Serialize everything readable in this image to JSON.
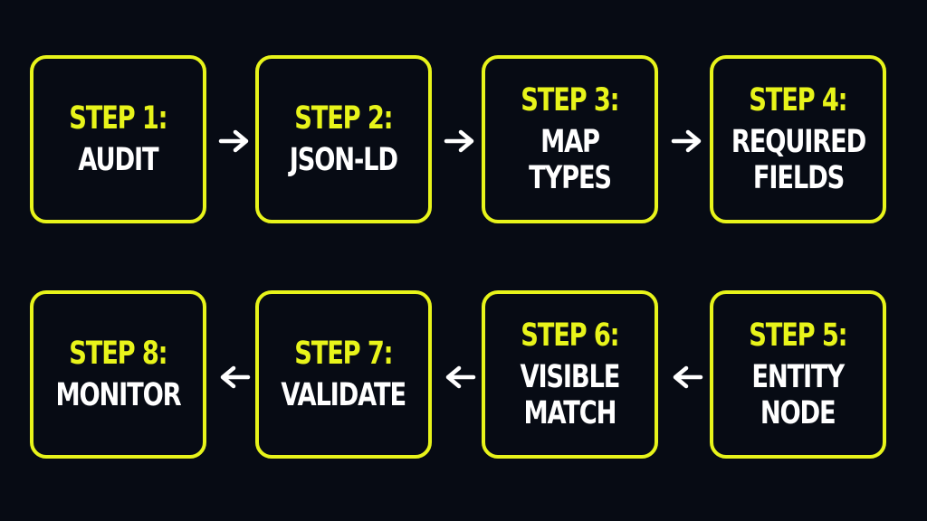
{
  "steps": [
    {
      "title": "STEP 1:",
      "label": "AUDIT"
    },
    {
      "title": "STEP 2:",
      "label": "JSON-LD"
    },
    {
      "title": "STEP 3:",
      "label": "MAP TYPES"
    },
    {
      "title": "STEP 4:",
      "label": "REQUIRED\nFIELDS"
    },
    {
      "title": "STEP 5:",
      "label": "ENTITY\nNODE"
    },
    {
      "title": "STEP 6:",
      "label": "VISIBLE\nMATCH"
    },
    {
      "title": "STEP 7:",
      "label": "VALIDATE"
    },
    {
      "title": "STEP 8:",
      "label": "MONITOR"
    }
  ],
  "arrows": [
    {
      "from": 1,
      "to": 2,
      "icon": "arrow-right-icon"
    },
    {
      "from": 2,
      "to": 3,
      "icon": "arrow-right-icon"
    },
    {
      "from": 3,
      "to": 4,
      "icon": "arrow-right-icon"
    },
    {
      "from": 5,
      "to": 6,
      "icon": "arrow-left-icon"
    },
    {
      "from": 6,
      "to": 7,
      "icon": "arrow-left-icon"
    },
    {
      "from": 7,
      "to": 8,
      "icon": "arrow-left-icon"
    }
  ],
  "colors": {
    "background": "#070b14",
    "accent": "#e8f41a",
    "text": "#ffffff"
  }
}
